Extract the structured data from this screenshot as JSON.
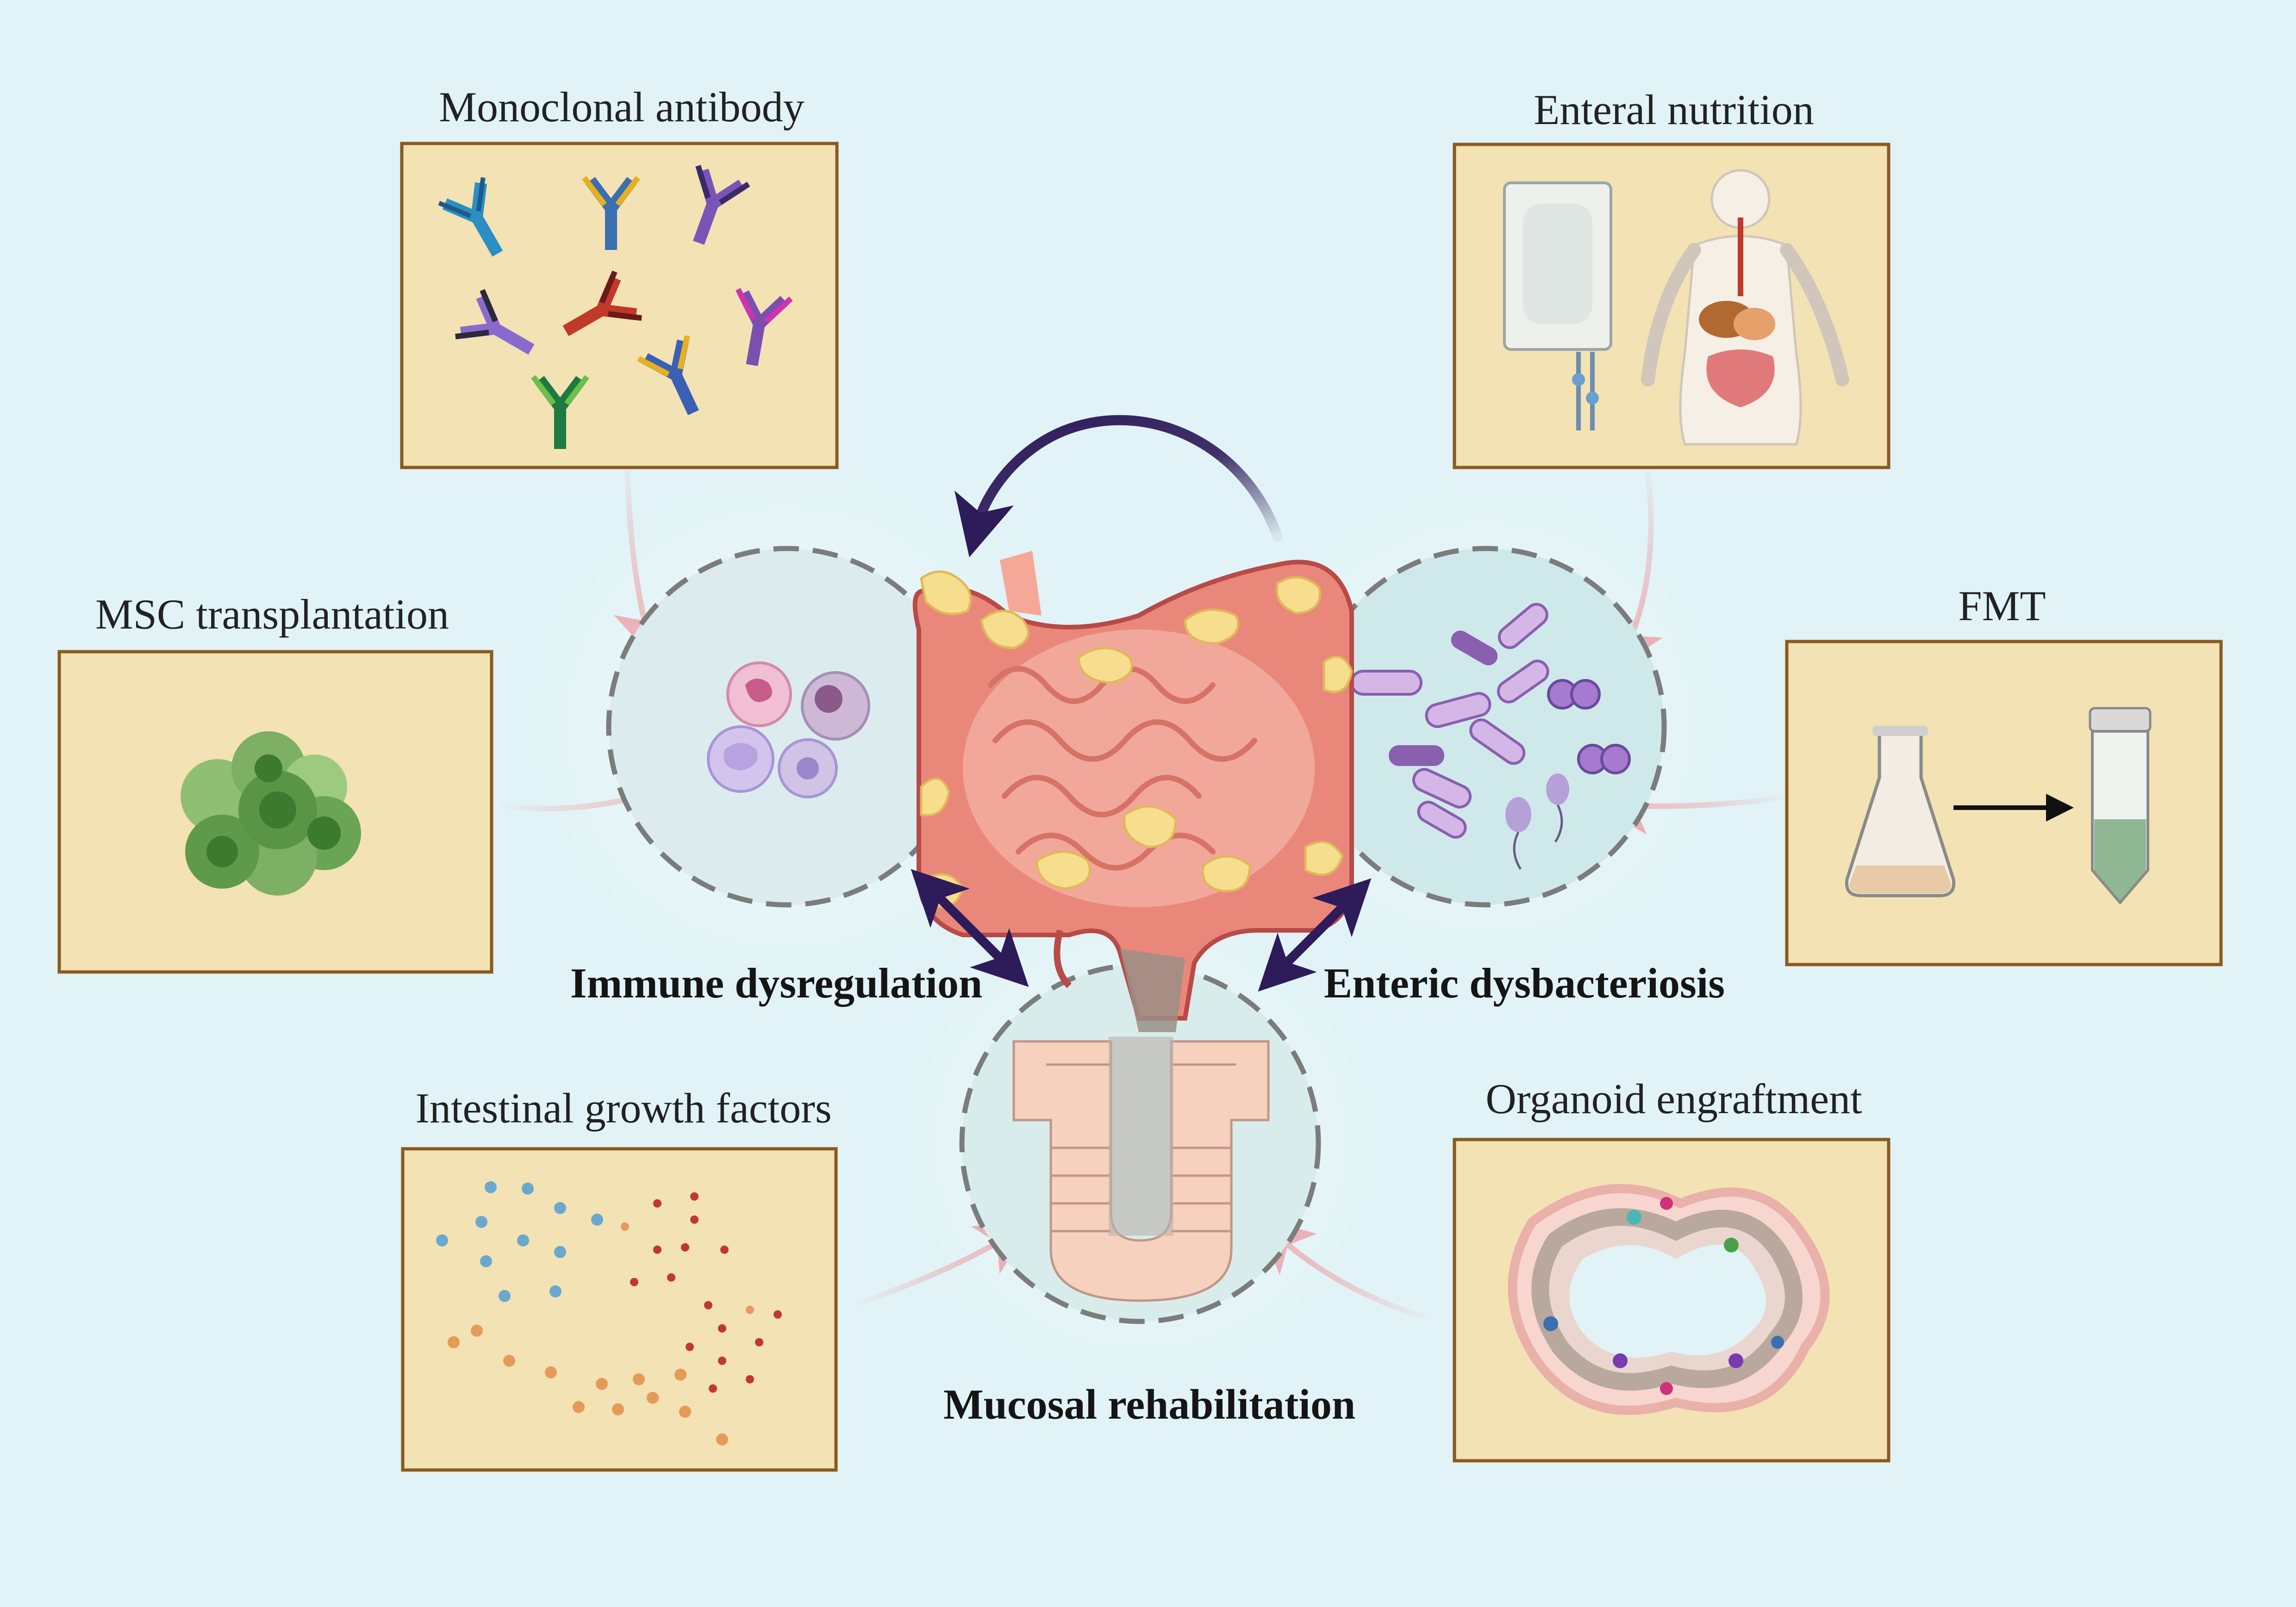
{
  "therapies": {
    "monoclonal_antibody": "Monoclonal antibody",
    "enteral_nutrition": "Enteral nutrition",
    "msc_transplantation": "MSC transplantation",
    "fmt": "FMT",
    "intestinal_growth_factors": "Intestinal growth factors",
    "organoid_engraftment": "Organoid engraftment"
  },
  "mechanisms": {
    "immune_dysregulation": "Immune dysregulation",
    "enteric_dysbacteriosis": "Enteric dysbacteriosis",
    "mucosal_rehabilitation": "Mucosal rehabilitation"
  },
  "colors": {
    "background": "#e1f3f6",
    "panel_fill": "#f3e2b3",
    "panel_border": "#8a5a20",
    "arrow_pink": "#e8b3b8",
    "arrow_purple": "#2e1b5a",
    "circle_dash": "#7c7c7c"
  }
}
